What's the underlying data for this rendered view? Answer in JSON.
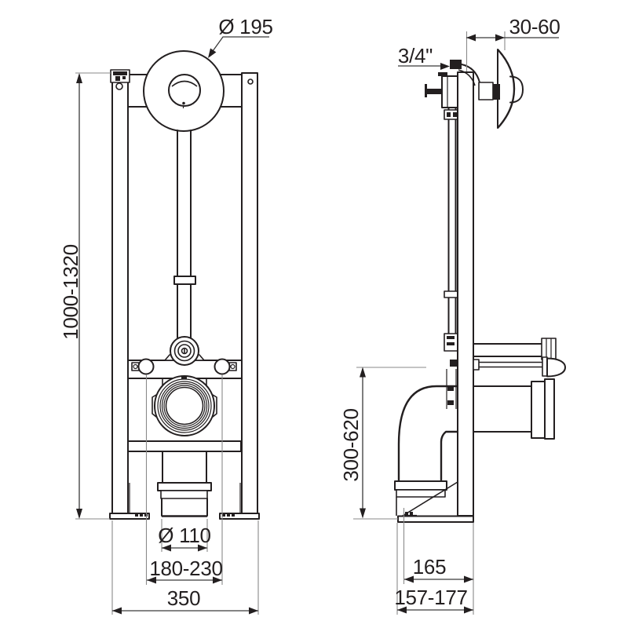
{
  "document": {
    "type": "technical dimensional drawing",
    "subject": "concealed WC installation frame with flush plate, front and side elevations",
    "units": "mm"
  },
  "colors": {
    "line": "#231f20",
    "background": "#ffffff",
    "dim_line": "#3a3a3a",
    "extension_line": "#8a8a8a"
  },
  "front_view": {
    "name": "front-elevation",
    "dims": {
      "plate_dia": "Ø 195",
      "height": "1000-1320",
      "outlet_dia": "Ø 110",
      "outlet_span": "180-230",
      "width": "350"
    }
  },
  "side_view": {
    "name": "side-elevation",
    "dims": {
      "inlet": "3/4\"",
      "plate_offset": "30-60",
      "outlet_height": "300-620",
      "foot_depth": "165",
      "depth": "157-177"
    }
  }
}
